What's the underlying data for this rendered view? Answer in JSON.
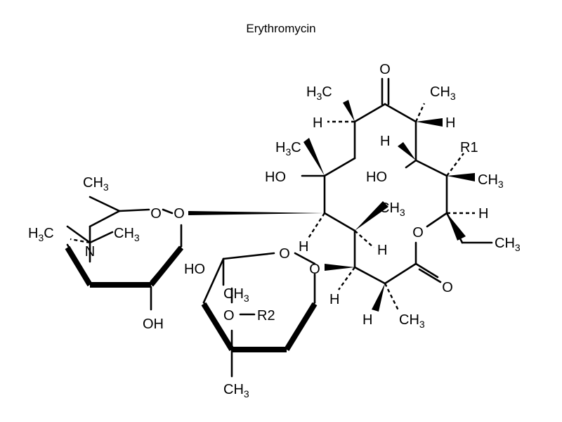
{
  "title": "Erythromycin",
  "atoms": {
    "O": "O",
    "H": "H",
    "N": "N",
    "HO": "HO",
    "OH": "OH",
    "CH": "CH",
    "H3C_H": "H",
    "sub3": "3",
    "R1": "R1",
    "R2": "R2",
    "dash": "–"
  }
}
